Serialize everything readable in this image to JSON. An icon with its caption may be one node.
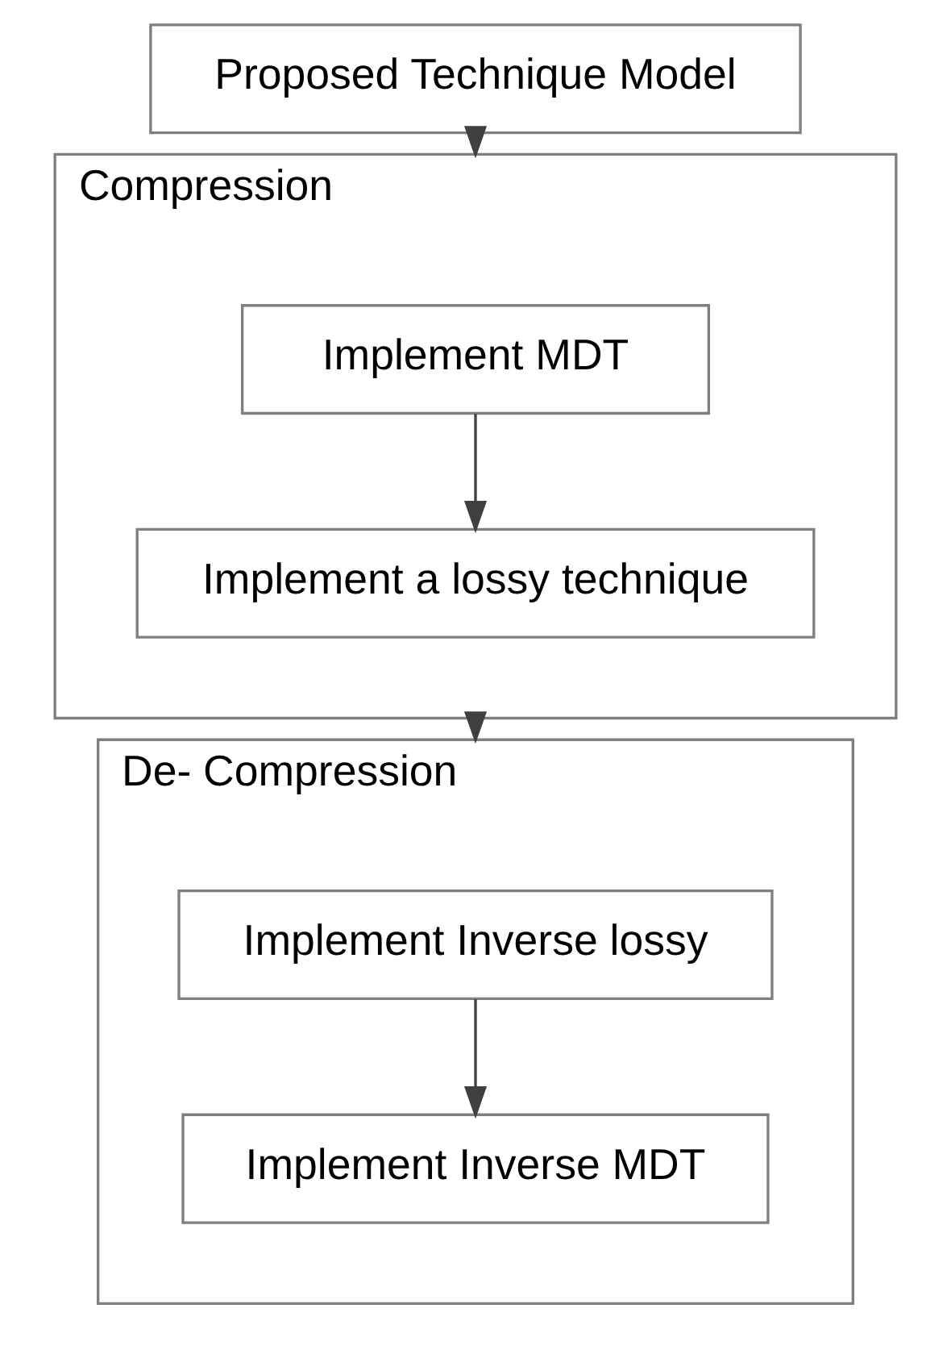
{
  "diagram": {
    "nodes": [
      {
        "text": [
          "Proposed Technique Model"
        ]
      },
      {
        "text": [
          "Compression"
        ]
      },
      {
        "text": [
          "Implement MDT"
        ],
        "in": 1
      },
      {
        "text": [
          "Implement a lossy technique"
        ],
        "in": 1
      },
      {
        "text": [
          "De- Compression"
        ]
      },
      {
        "text": [
          "Implement Inverse lossy"
        ],
        "in": 4
      },
      {
        "text": [
          "Implement Inverse MDT"
        ],
        "in": 4
      }
    ],
    "edges": [
      {
        "from": 0,
        "to": 1,
        "arrow": "to"
      },
      {
        "from": 2,
        "to": 3,
        "arrow": "to"
      },
      {
        "from": 1,
        "to": 4,
        "arrow": "to"
      },
      {
        "from": 5,
        "to": 6,
        "arrow": "to"
      }
    ]
  }
}
